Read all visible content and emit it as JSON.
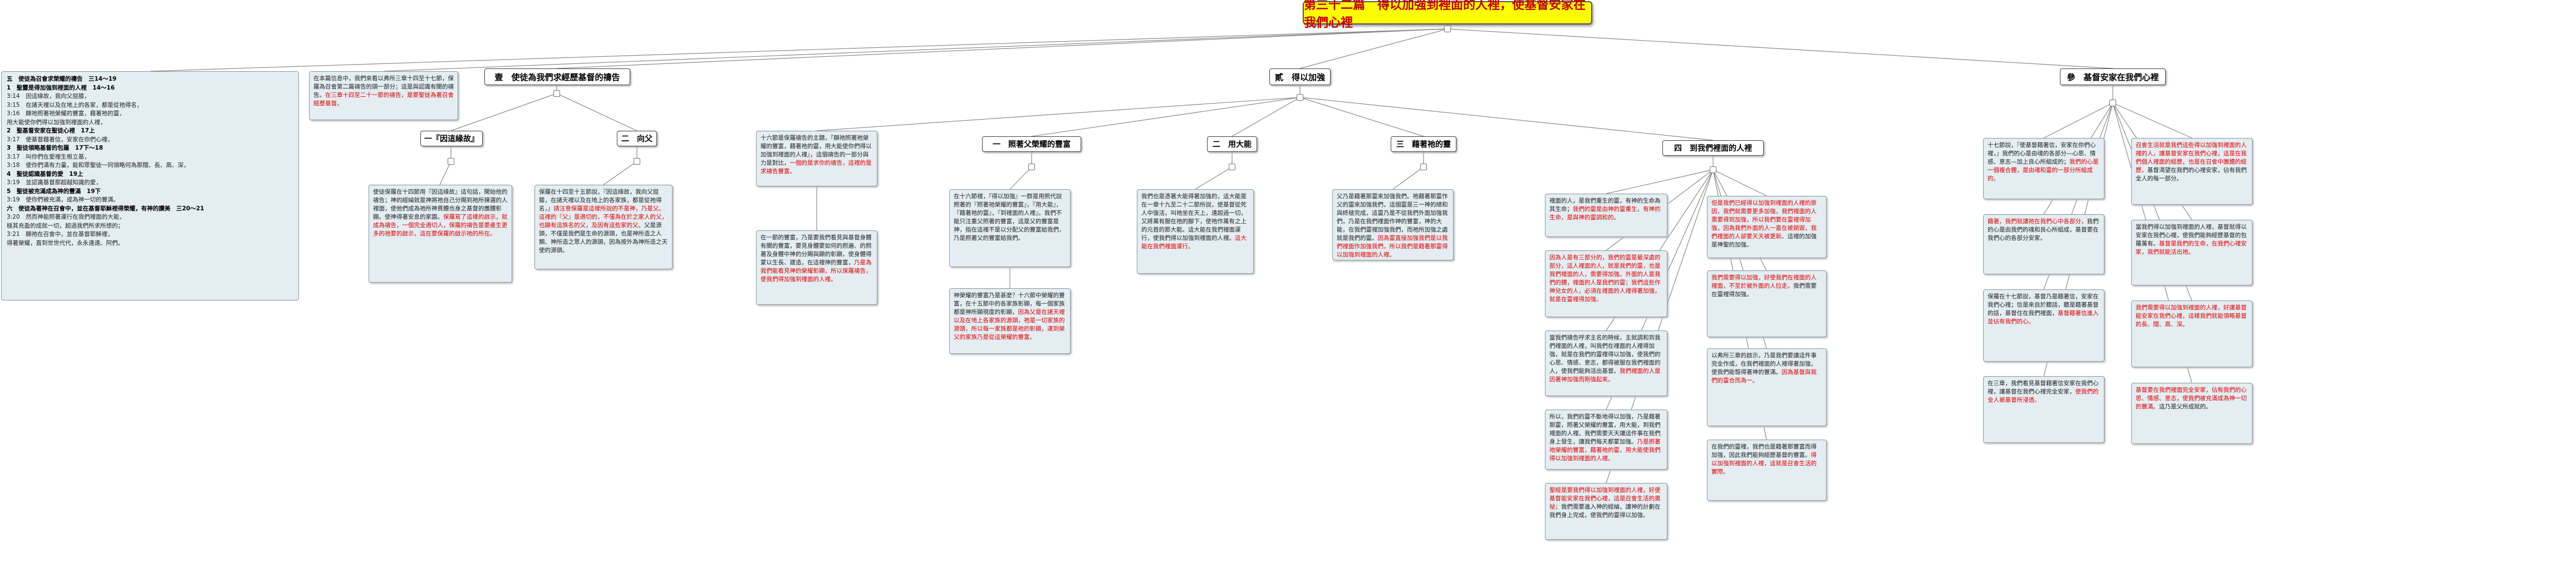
{
  "title": "第三十二篇　得以加強到裡面的人裡，使基督安家在我們心裡",
  "outline": [
    {
      "text": "五　使徒為召會求榮耀的禱告　三14～19",
      "bold": true
    },
    {
      "text": "1　聖靈是得加強到裡面的人裡　14～16",
      "bold": true
    },
    {
      "text": "3:14　因這緣故，我向父屈膝，",
      "bold": false
    },
    {
      "text": "3:15　在諸天裡以及在地上的各家，都是從祂得名，",
      "bold": false
    },
    {
      "text": "3:16　願祂照著祂榮耀的豐富，藉著祂的靈，",
      "bold": false
    },
    {
      "text": "用大能使你們得以加強到裡面的人裡，",
      "bold": false
    },
    {
      "text": "2　聖基督安家在聖徒心裡　17上",
      "bold": true
    },
    {
      "text": "3:17　使基督藉著信，安家在你們心裡，",
      "bold": false
    },
    {
      "text": "3　聖徒領略基督的包羅　17下～18",
      "bold": true
    },
    {
      "text": "3:17　叫你們在愛裡生根立基，",
      "bold": false
    },
    {
      "text": "3:18　使你們滿有力量，能和眾聖徒一同領略何為那闊、長、高、深，",
      "bold": false
    },
    {
      "text": "4　聖徒認識基督的愛　19上",
      "bold": true
    },
    {
      "text": "3:19　並認識基督那超越知識的愛，",
      "bold": false
    },
    {
      "text": "5　聖徒被充滿成為神的豐滿　19下",
      "bold": true
    },
    {
      "text": "3:19　使你們被充滿，成為神一切的豐滿。",
      "bold": false
    },
    {
      "text": "六　使徒為著神在召會中，並在基督耶穌裡得榮耀，有神的讚美　三20～21",
      "bold": true
    },
    {
      "text": "3:20　然而神能照著運行在我們裡面的大能，",
      "bold": false
    },
    {
      "text": "極其充盈的成就一切，超過我們所求所想的；",
      "bold": false
    },
    {
      "text": "3:21　願祂在召會中，並在基督耶穌裡，",
      "bold": false
    },
    {
      "text": "得著榮耀，直到世世代代，永永遠遠。阿們。",
      "bold": false
    }
  ],
  "intro_note": [
    {
      "t": "在本篇信息中，我們來看以弗所三章十四至十七節，保羅為召會第二篇禱告的頭一部分；這是與認識有關的禱告。",
      "red": false
    },
    {
      "t": "在三章十四至二十一節的禱告，是要聖徒為著召會經歷基督。",
      "red": true
    }
  ],
  "branches": {
    "prayer": "壹　使徒為我們求經歷基督的禱告",
    "strengthened": "貳　得以加強",
    "home": "參　基督安家在我們心裡"
  },
  "prayer_children": {
    "reason": "一『因這緣故』",
    "father": "二　向父"
  },
  "reason_note": [
    {
      "t": "使徒保羅在十四節用『因這緣故』這句話，開始他的禱告；神的經綸就是神將祂自己分賜到祂所揀選的人裡面，使他們成為祂所神貫體也身之基督的團體彰顯。使神得著安息的家園。",
      "red": false
    },
    {
      "t": "保羅寫了這樣的啟示，就成為禱告，一個完全適切人，保羅的禱告是要產生更多的祂要的啟示，這在要保羅的啟示祂的所在。",
      "red": true
    }
  ],
  "father_note": [
    {
      "t": "保羅在十四至十五節說，『因這緣故，我向父屈膝，在諸天裡以及在地上的各家族，都是從祂得名，』",
      "red": false
    },
    {
      "t": "請注意保羅是這樣所說的不是神，乃是父。",
      "red": true
    },
    {
      "t": "這裡的『父』是適切的，不僅為在於之家人的父，也顯有這族名的父，及因有這些家的父。",
      "red": true
    },
    {
      "t": "父是源頭，不僅是我們是生命的源頭，也是神所造之人類、神所造之眾人的源頭，因為按外為神所造之天使的源頭。",
      "red": false
    }
  ],
  "str_note": [
    {
      "t": "十六節是保羅禱告的主題，『願祂照著祂榮耀的豐富，藉著祂的靈，用大能使你們得以加強到裡面的人裡』，這個禱告的一部分與力是對比，",
      "red": false
    },
    {
      "t": "一個的是求你的禱告，這裡的是求禱告豐富。",
      "red": true
    }
  ],
  "str_note2": [
    {
      "t": "在一節的豐富，乃是要我們看見與基督身體有關的豐富，要見身體要如何的照遍、的照著及身體中神的分賜與顯的彰顯，使身體得蒙以生長、建造，在這裡神的豐富，",
      "red": false
    },
    {
      "t": "乃是為我們能看見神的榮耀彰顯，所以保羅禱告，使我們得加強到裡面的人裡。",
      "red": true
    }
  ],
  "str_children": {
    "riches": "一　照著父榮耀的豐富",
    "power": "二　用大能",
    "spirit": "三　藉著祂的靈",
    "inner": "四　到我們裡面的人裡"
  },
  "riches_notes": [
    [
      {
        "t": "在十六節裡，『得以加強』一群是用照代說照著的『照著祂榮耀的豐富』，『用大能』，『藉著祂的靈』，『到裡面的人裡』。我們不能只注重父照著的豐富，這是父的豐富是神，指在這裡不是以分配父的豐富給我們，乃是照著父的豐富給我們。",
        "red": false
      }
    ],
    [
      {
        "t": "神榮耀的豐富乃是甚麼？十六節中榮耀的豐富，在十五節中的各家族彰顯，每一個家族都是神所顯現度的彰顯，",
        "red": false
      },
      {
        "t": "因為父是在諸天裡以及在地上各家族的源頭，祂是一切家族的源頭，所以每一家族都是祂的彰顯，達到榮父的家族乃是從這榮耀的豐富。",
        "red": true
      }
    ]
  ],
  "power_note": [
    {
      "t": "我們也是憑著大能得著加強的，這大能是在一章十九至二十二節所說，使基督從死人中復活，叫祂坐在天上，遠超過一切，又將萬有服在祂的腳下，使祂作萬有之上的元首的那大能。這大能在我們裡面運行，使我們得以加強到裡面的人裡。",
      "red": false
    },
    {
      "t": "這大能在我們裡面運行。",
      "red": true
    }
  ],
  "spirit_note": [
    {
      "t": "父乃是藉著那靈來加強我們。祂藉著那靈作父的靈來加強我們，這個靈是三一神的總和與終極完成，這靈乃是不從我們外面加強我們，乃是在我們裡面作神的豐富，神的大能，在我們靈裡加強我們，而祂所加強之處就是我們的靈。",
      "red": false
    },
    {
      "t": "因為靈直接加強我們是以我們裡面作加強我們，所以我們是藉著那靈得以加強到裡面的人裡。",
      "red": true
    }
  ],
  "inner_notes": [
    [
      {
        "t": "裡面的人，是我們重生的靈，有神的生命為其生命；",
        "red": false
      },
      {
        "t": "我們的靈是由神的靈重生，有神的生命，是與神的靈調和的。",
        "red": true
      }
    ],
    [
      {
        "t": "因為人是有三部分的，我們的靈是最深處的部分，這人裡面的人，就是我們的靈，也是我們裡面的人，需要得加強。外面的人是我們的體，裡面的人是我們的靈；我們這些作神兒女的人，必須在裡面的人裡得著加強，就是在靈裡得加強。",
        "red": true
      }
    ],
    [
      {
        "t": "當我們禱告呼求主名的時候，主就調和到我們裡面的人裡，叫我們在裡面的人裡得加強，就是在我們的靈裡得以加強，使我們的心思、情感、意志，都得被服在我們裡面的人，使我們能夠活出基督。",
        "red": false
      },
      {
        "t": "我們裡面的人是因著神加強而剛強起來。",
        "red": true
      }
    ],
    [
      {
        "t": "所以，我們的靈不斷地得以加強，乃是藉著那靈，照著父榮耀的豐富，用大能，到我們裡面的人裡。我們需要天天讓這件事在我們身上發生，讓我們每天都蒙加強。",
        "red": false
      },
      {
        "t": "乃是照著祂榮耀的豐富，藉著祂的靈，用大能使我們得以加強到裡面的人裡。",
        "red": true
      }
    ],
    [
      {
        "t": "聖經是要我們得以加強到裡面的人裡，好使基督能安家在我們心裡，這是召會生活的奧祕；",
        "red": true
      },
      {
        "t": "我們需要進入神的經綸，讓神的計劃在我們身上完成，使我們的靈得以加強。",
        "red": false
      }
    ]
  ],
  "inner_notes2": [
    [
      {
        "t": "但是我們已經得以加強到裡面的人裡的原因，我們就需要更多加強，我們裡面的人需要得到加強，所以我們要在靈裡得加強，因為我們外面的人一直在被銷毀，我們裡面的人卻要天天被更新。",
        "red": true
      },
      {
        "t": "這裡的加強是神聖的加強。",
        "red": false
      }
    ],
    [
      {
        "t": "我們需要得以加強，好使我們在裡面的人裡面，不至於被外面的人拉走。",
        "red": true
      },
      {
        "t": "我們需要在靈裡得加強。",
        "red": false
      }
    ],
    [
      {
        "t": "以弗所三章的啟示，乃是我們要讓這件事完全作成，在我們裡面的人裡得著加強，使我們能彀得著神的豐滿。",
        "red": false
      },
      {
        "t": "因為基督與我們的靈合而為一。",
        "red": true
      }
    ],
    [
      {
        "t": "在我們的靈裡，我們也是藉著那豐富而得加強，因此我們能夠經歷基督的豐富。",
        "red": false
      },
      {
        "t": "得以加強到裡面的人裡，這就是召會生活的實際。",
        "red": true
      }
    ]
  ],
  "home_notes": [
    [
      {
        "t": "十七節說，『使基督藉著信，安家在你們心裡，』我們的心是由魂的各部分—心思、情感、意志—加上良心所組成的；",
        "red": false
      },
      {
        "t": "我們的心是一個複合體，是由魂和靈的一部分所組成的。",
        "red": true
      }
    ],
    [
      {
        "t": "藉著，我們就讓祂在我們心中各部分，",
        "red": true
      },
      {
        "t": "我們的心是由我們的魂和良心所組成，基督要在我們心的各部分安家。",
        "red": false
      }
    ],
    [
      {
        "t": "保羅在十七節說，基督乃是藉著信，安家在我們心裡；信是來自於聽話，聽是藉著基督的話，基督住在我們裡面，",
        "red": false
      },
      {
        "t": "基督藉著信進入並佔有我們的心。",
        "red": true
      }
    ],
    [
      {
        "t": "在三章，我們看見基督藉著信安家在我們心裡，讓基督在我們心裡完全安家，",
        "red": false
      },
      {
        "t": "使我們的全人被基督所浸透。",
        "red": true
      }
    ]
  ],
  "home_notes2": [
    [
      {
        "t": "召會生活就是我們這些得以加強到裡面的人裡的人，讓基督安家在我們心裡，這是在我們個人裡面的經歷，也是在召會中團體的經歷。",
        "red": true
      },
      {
        "t": "基督渴望在我們的心裡安家，佔有我們全人的每一部分。",
        "red": false
      }
    ],
    [
      {
        "t": "當我們得以加強到裡面的人裡，基督就得以安家在我們心裡，使我們能夠經歷基督的包羅萬有。",
        "red": false
      },
      {
        "t": "基督是我們的生命，在我們心裡安家，我們就能活出祂。",
        "red": true
      }
    ],
    [
      {
        "t": "我們需要得以加強到裡面的人裡，好讓基督能安家在我們心裡，這樣我們就能領略基督的長、闊、高、深。",
        "red": true
      }
    ],
    [
      {
        "t": "基督要在我們裡面完全安家，佔有我們的心思、情感、意志，使我們被充滿成為神一切的豐滿。",
        "red": true
      },
      {
        "t": "這乃是父所成就的。",
        "red": false
      }
    ]
  ]
}
